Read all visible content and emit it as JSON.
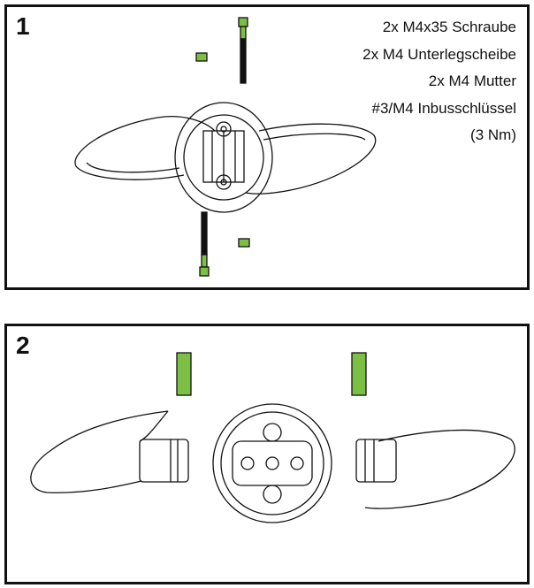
{
  "steps": [
    {
      "number": "1",
      "parts": [
        "2x M4x35 Schraube",
        "2x M4 Unterlegscheibe",
        "2x M4 Mutter",
        "#3/M4 Inbusschlüssel",
        "(3 Nm)"
      ]
    },
    {
      "number": "2"
    }
  ],
  "colors": {
    "hardware": "#7cbf45",
    "outline": "#111111"
  }
}
